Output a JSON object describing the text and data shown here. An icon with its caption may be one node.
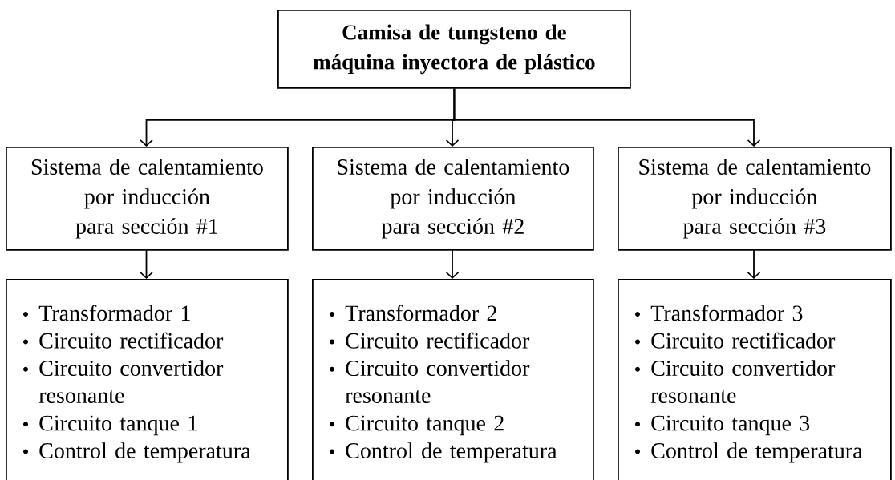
{
  "diagram": {
    "nodes": [
      {
        "text": [
          "Camisa de tungsteno de máquina inyectora de plástico"
        ]
      },
      {
        "text": [
          "Sistema de calentamiento por inducción para sección #1"
        ]
      },
      {
        "text": [
          "Sistema de calentamiento por inducción para sección #2"
        ]
      },
      {
        "text": [
          "Sistema de calentamiento por inducción para sección #3"
        ]
      },
      {
        "text": [
          "Transformador 1",
          "Circuito rectificador",
          "Circuito convertidor resonante",
          "Circuito tanque 1",
          "Control de temperatura"
        ]
      },
      {
        "text": [
          "Transformador 2",
          "Circuito rectificador",
          "Circuito convertidor resonante",
          "Circuito tanque 2",
          "Control de temperatura"
        ]
      },
      {
        "text": [
          "Transformador 3",
          "Circuito rectificador",
          "Circuito convertidor resonante",
          "Circuito tanque 3",
          "Control de temperatura"
        ]
      }
    ],
    "edges": [
      {
        "from": 0,
        "to": 1,
        "arrow": "to"
      },
      {
        "from": 0,
        "to": 2,
        "arrow": "to"
      },
      {
        "from": 0,
        "to": 3,
        "arrow": "to"
      },
      {
        "from": 1,
        "to": 4,
        "arrow": "to"
      },
      {
        "from": 2,
        "to": 5,
        "arrow": "to"
      },
      {
        "from": 3,
        "to": 6,
        "arrow": "to"
      }
    ]
  }
}
